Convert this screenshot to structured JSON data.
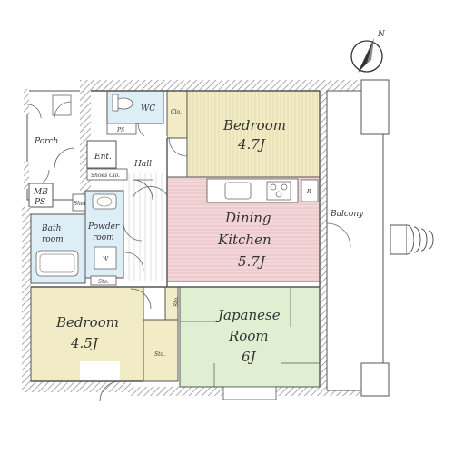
{
  "compass": {
    "label": "N"
  },
  "rooms": {
    "bedroom_top": {
      "name": "Bedroom",
      "size": "4.7J"
    },
    "dining": {
      "line1": "Dining",
      "line2": "Kitchen",
      "size": "5.7J"
    },
    "bedroom_left": {
      "name": "Bedroom",
      "size": "4.5J"
    },
    "japanese": {
      "line1": "Japanese",
      "line2": "Room",
      "size": "6J"
    }
  },
  "labels": {
    "porch": "Porch",
    "ent": "Ent.",
    "hall": "Hall",
    "wc": "WC",
    "clo": "Clo.",
    "ps": "PS",
    "mb": "MB",
    "ps2": "PS",
    "shoes_clo": "Shoes Clo.",
    "shelf": "Shelf",
    "bath1": "Bath",
    "bath2": "room",
    "powder1": "Powder",
    "powder2": "room",
    "w": "W",
    "sto_small": "Sto.",
    "sto_vertical": "Sto.",
    "sto_bedroom": "Sto.",
    "balcony": "Balcony",
    "refrigerator": "R"
  },
  "colors": {
    "bedroom_top": "#f1ebc6",
    "dining": "#f3d6d8",
    "bedroom_left": "#f1ebc6",
    "japanese": "#e0efd1",
    "wet": "#ddeef7",
    "storage": "#f1ebc6",
    "wall": "#555555"
  }
}
